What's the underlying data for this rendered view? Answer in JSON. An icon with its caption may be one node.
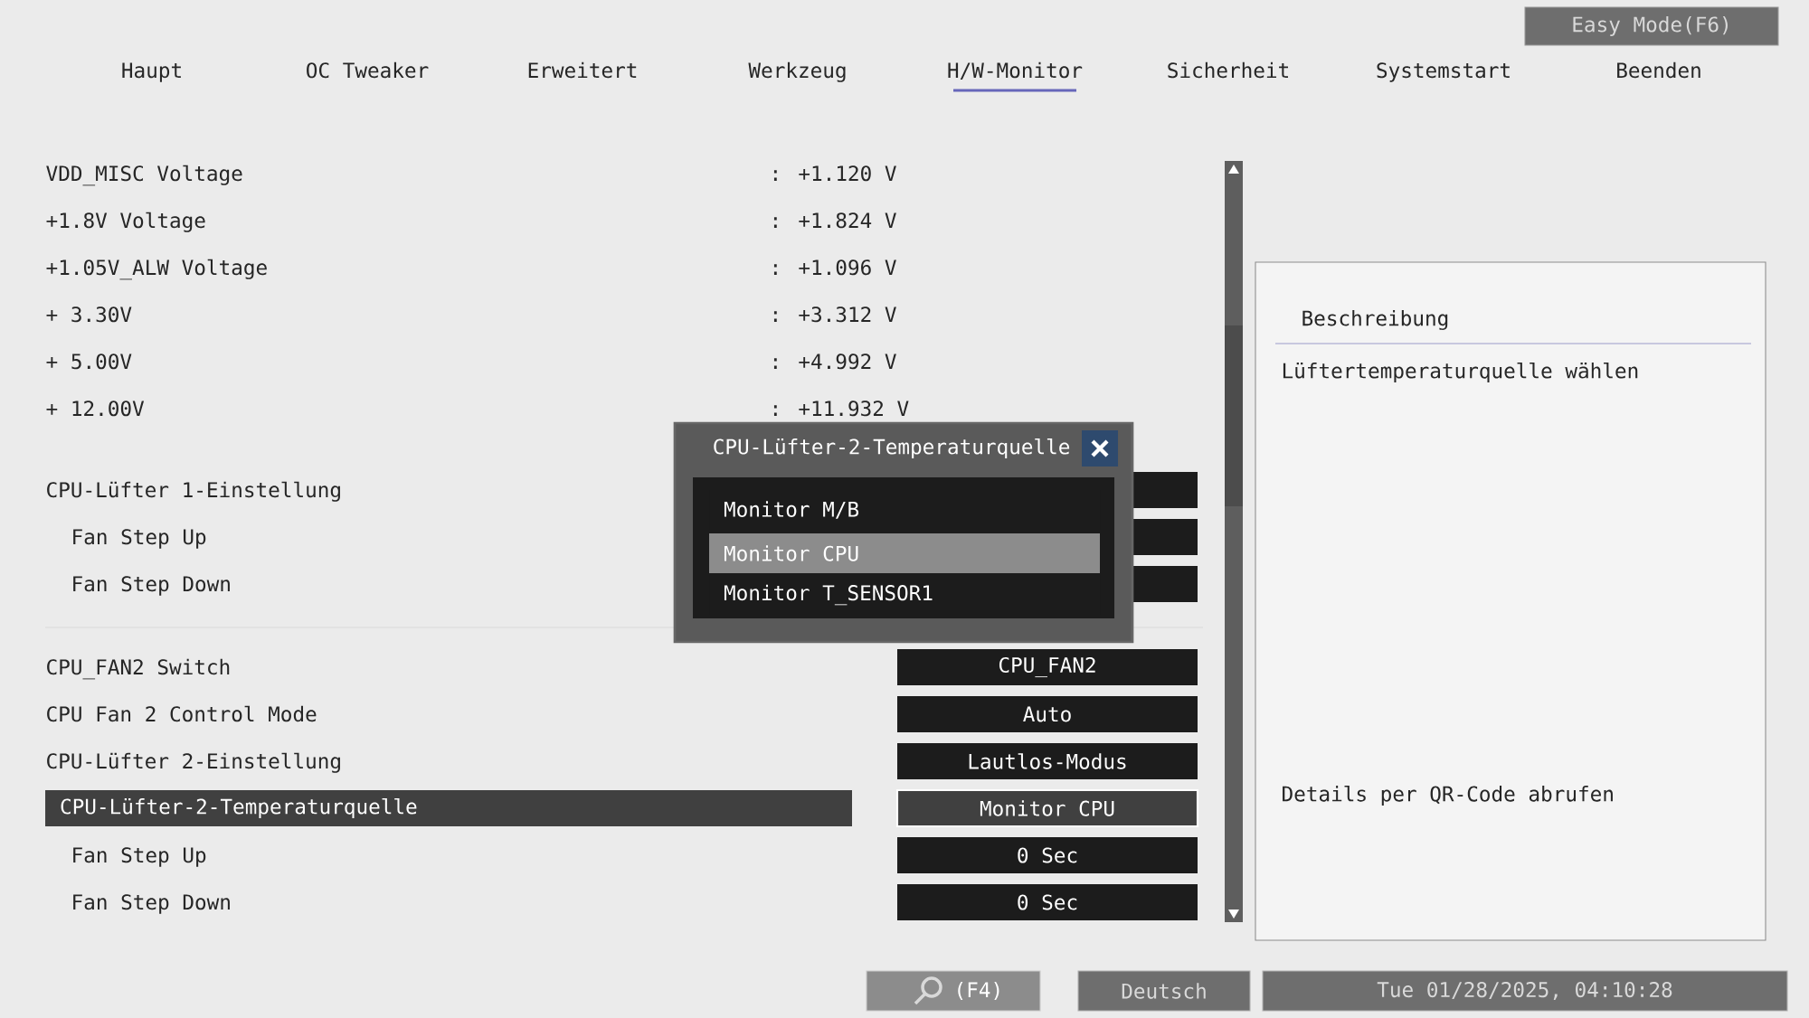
{
  "diagram": {
    "nodes": [
      {
        "text": [
          "Easy Mode(F6)"
        ]
      },
      {
        "text": [
          "CPU-Lüfter-2-Temperaturquelle"
        ]
      },
      {
        "text": [
          "Monitor M/B"
        ],
        "in": 1
      },
      {
        "text": [
          "Monitor CPU"
        ],
        "in": 1
      },
      {
        "text": [
          "Monitor T_SENSOR1"
        ],
        "in": 1
      },
      {
        "text": [
          "CPU_FAN2"
        ]
      },
      {
        "text": [
          "Auto"
        ]
      },
      {
        "text": [
          "Lautlos-Modus"
        ]
      },
      {
        "text": [
          "CPU-Lüfter-2-Temperaturquelle"
        ]
      },
      {
        "text": [
          "Monitor CPU"
        ]
      },
      {
        "text": [
          "0 Sec"
        ]
      },
      {
        "text": [
          "0 Sec"
        ]
      },
      {
        "text": [
          "Beschreibung",
          "Lüftertemperaturquelle wählen",
          "Details per QR-Code abrufen"
        ]
      },
      {
        "text": [
          "(F4)"
        ]
      },
      {
        "text": [
          "Deutsch"
        ]
      },
      {
        "text": [
          "Tue 01/28/2025, 04:10:28"
        ]
      },
      {
        "text": [],
        "shape": "box"
      },
      {
        "text": [],
        "shape": "box"
      },
      {
        "text": [],
        "shape": "box"
      }
    ],
    "labels": [
      "Haupt",
      "OC Tweaker",
      "Erweitert",
      "Werkzeug",
      "H/W-Monitor",
      "Sicherheit",
      "Systemstart",
      "Beenden",
      "VDD_MISC Voltage",
      ": +1.120 V",
      "+1.8V Voltage",
      ": +1.824 V",
      "+1.05V_ALW Voltage",
      ": +1.096 V",
      "+ 3.30V",
      ": +3.312 V",
      "+ 5.00V",
      ": +4.992 V",
      "+ 12.00V",
      ": +11.932 V",
      "CPU-Lüfter 1-Einstellung",
      "Fan Step Up",
      "Fan Step Down",
      "CPU_FAN2 Switch",
      "CPU Fan 2 Control Mode",
      "CPU-Lüfter 2-Einstellung",
      "Fan Step Up",
      "Fan Step Down"
    ]
  }
}
